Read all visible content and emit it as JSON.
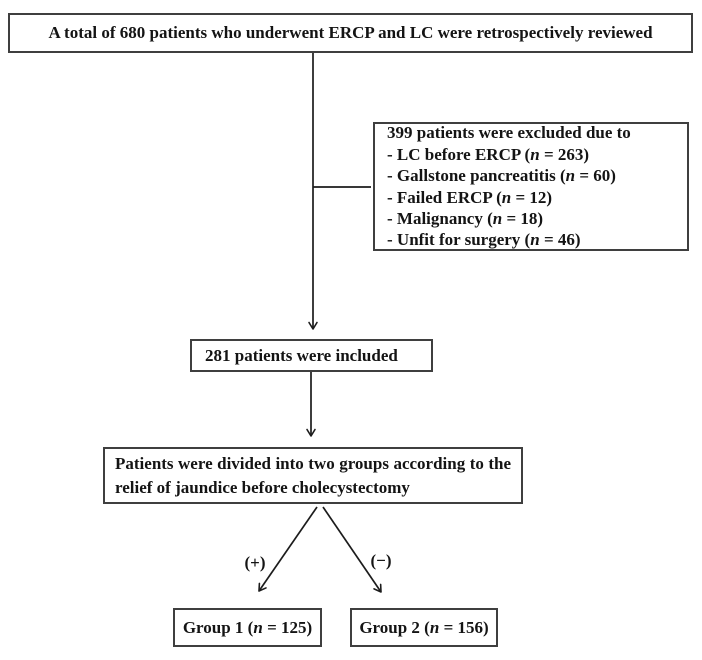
{
  "meta": {
    "background_color": "#ffffff",
    "box_border_color": "#3f3f3f",
    "line_color": "#1c1c1c",
    "text_color": "#141414"
  },
  "flowchart": {
    "top_box": {
      "text": "A total of 680 patients who underwent ERCP and LC were retrospectively reviewed"
    },
    "exclusion_box": {
      "title": "399 patients were excluded due to",
      "items": [
        {
          "segments": [
            {
              "t": "- LC before ERCP ("
            },
            {
              "t": "n",
              "i": true
            },
            {
              "t": " = 263)"
            }
          ]
        },
        {
          "segments": [
            {
              "t": "- Gallstone pancreatitis ("
            },
            {
              "t": "n",
              "i": true
            },
            {
              "t": " = 60)"
            }
          ]
        },
        {
          "segments": [
            {
              "t": "- Failed ERCP ("
            },
            {
              "t": "n",
              "i": true
            },
            {
              "t": " = 12)"
            }
          ]
        },
        {
          "segments": [
            {
              "t": "- Malignancy ("
            },
            {
              "t": "n",
              "i": true
            },
            {
              "t": " = 18)"
            }
          ]
        },
        {
          "segments": [
            {
              "t": "- Unfit for surgery ("
            },
            {
              "t": "n",
              "i": true
            },
            {
              "t": " = 46)"
            }
          ]
        }
      ]
    },
    "included_box": {
      "text": "281 patients were included"
    },
    "divided_box": {
      "text": "Patients were divided into two groups according to the relief of jaundice before cholecystectomy"
    },
    "branches": {
      "positive_label": "(+)",
      "negative_label": "(−)"
    },
    "group1_box": {
      "segments": [
        {
          "t": "Group 1 ("
        },
        {
          "t": "n",
          "i": true
        },
        {
          "t": " = 125)"
        }
      ]
    },
    "group2_box": {
      "segments": [
        {
          "t": "Group 2 ("
        },
        {
          "t": "n",
          "i": true
        },
        {
          "t": " = 156)"
        }
      ]
    }
  }
}
